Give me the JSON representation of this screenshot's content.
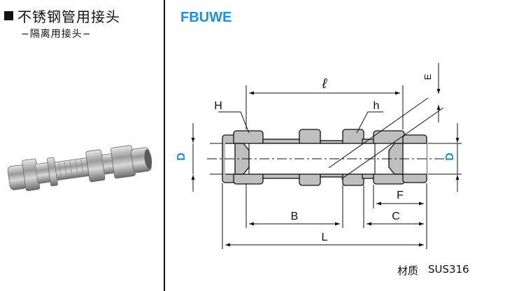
{
  "product": {
    "title": "不锈钢管用接头",
    "subtitle": "−隔离用接头−",
    "model_code": "FBUWE"
  },
  "drawing": {
    "labels": {
      "ell": "ℓ",
      "E": "E",
      "H": "H",
      "h": "h",
      "D_left": "D",
      "D_right": "D",
      "F": "F",
      "B": "B",
      "C": "C",
      "L": "L"
    }
  },
  "material": {
    "label": "材质",
    "value": "SUS316"
  },
  "colors": {
    "accent": "#1f8fd4",
    "line": "#111111",
    "part_fill": "#bfbfbf"
  }
}
